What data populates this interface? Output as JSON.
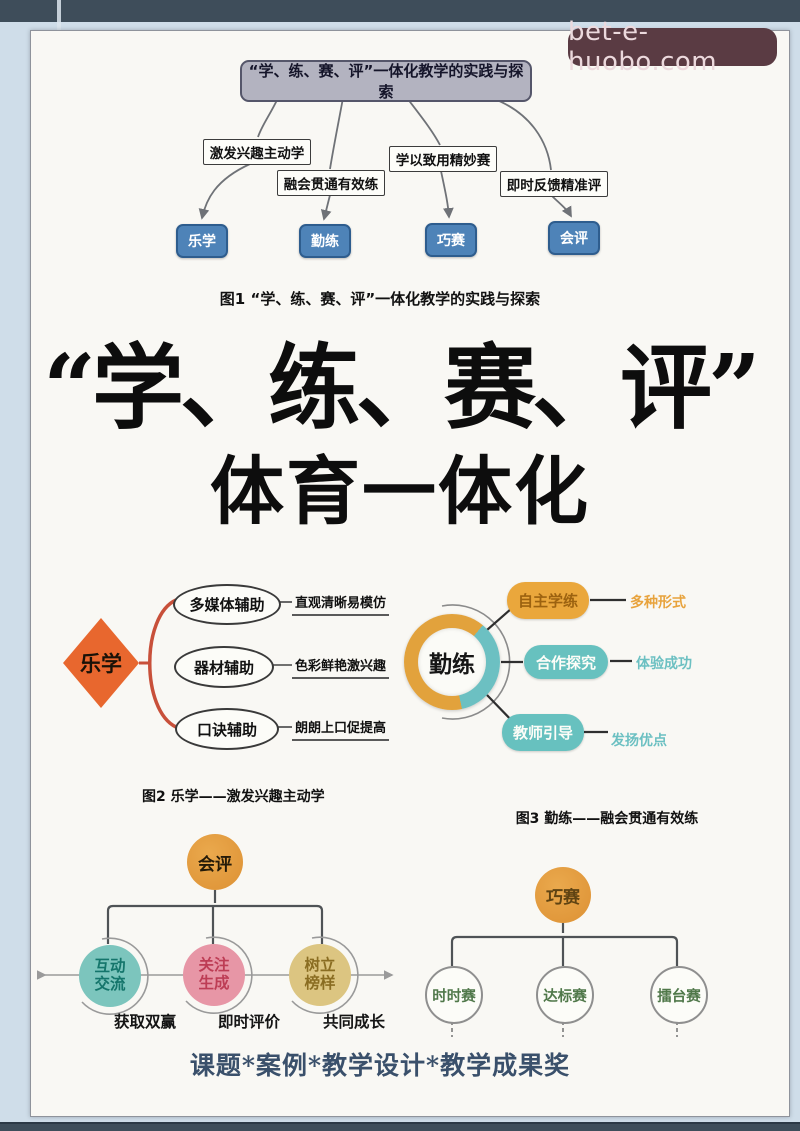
{
  "watermark": {
    "text": "bet-e-huobo.com"
  },
  "colors": {
    "frame_bar": "#3e4d5a",
    "frame_bg": "#cfdde9",
    "page_bg": "#f9f8f4",
    "watermark_bg": "#5a3b43",
    "node_blue": "#4e83b8",
    "accent_orange": "#e0923e",
    "accent_teal": "#6cc0c2",
    "accent_pink": "#e796a6",
    "accent_tan": "#dcc581",
    "diamond_orange": "#e8672e",
    "footer_text": "#3a506b"
  },
  "fig1": {
    "root": "“学、练、赛、评”一体化教学的实践与探索",
    "branches": [
      {
        "label": "激发兴趣主动学",
        "target": "乐学"
      },
      {
        "label": "融会贯通有效练",
        "target": "勤练"
      },
      {
        "label": "学以致用精妙赛",
        "target": "巧赛"
      },
      {
        "label": "即时反馈精准评",
        "target": "会评"
      }
    ],
    "caption": "图1 “学、练、赛、评”一体化教学的实践与探索"
  },
  "title": {
    "line1": "“学、练、赛、评”",
    "line2": "体育一体化"
  },
  "fig2": {
    "center": "乐学",
    "items": [
      {
        "node": "多媒体辅助",
        "desc": "直观清晰易模仿"
      },
      {
        "node": "器材辅助",
        "desc": "色彩鲜艳激兴趣"
      },
      {
        "node": "口诀辅助",
        "desc": "朗朗上口促提高"
      }
    ],
    "caption": "图2 乐学——激发兴趣主动学"
  },
  "fig3": {
    "center": "勤练",
    "items": [
      {
        "node": "自主学练",
        "desc": "多种形式"
      },
      {
        "node": "合作探究",
        "desc": "体验成功"
      },
      {
        "node": "教师引导",
        "desc": "发扬优点"
      }
    ],
    "caption": "图3 勤练——融会贯通有效练"
  },
  "fig4": {
    "center": "会评",
    "items": [
      {
        "node": "互动交流",
        "desc": "获取双赢"
      },
      {
        "node": "关注生成",
        "desc": "即时评价"
      },
      {
        "node": "树立榜样",
        "desc": "共同成长"
      }
    ]
  },
  "fig5": {
    "center": "巧赛",
    "items": [
      {
        "node": "时时赛"
      },
      {
        "node": "达标赛"
      },
      {
        "node": "擂台赛"
      }
    ]
  },
  "footer": {
    "text": "课题*案例*教学设计*教学成果奖"
  }
}
